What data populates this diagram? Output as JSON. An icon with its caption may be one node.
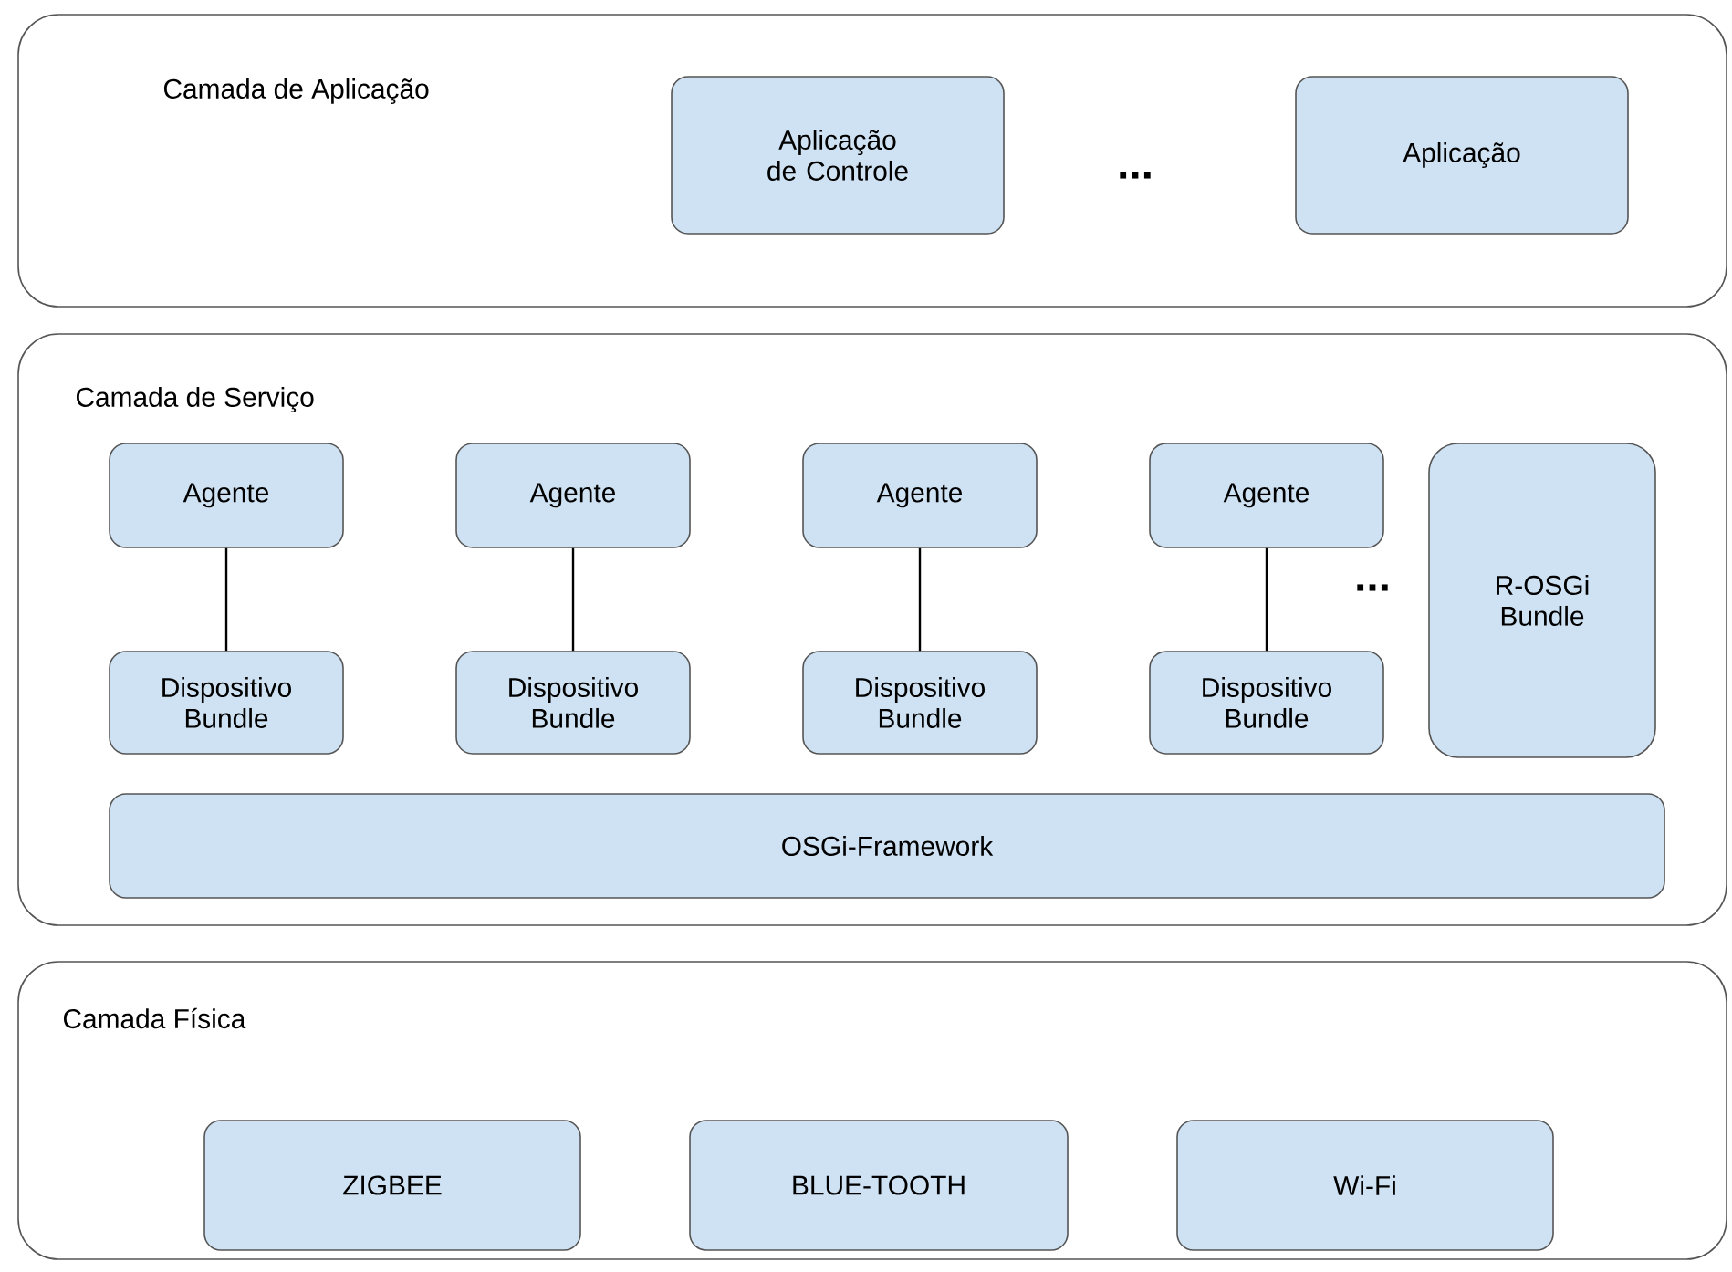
{
  "diagram": {
    "nodes": [
      {
        "text": [
          "Camada de Aplicação"
        ]
      },
      {
        "text": [
          "Aplicação de Controle"
        ],
        "in": 0
      },
      {
        "text": [
          "Aplicação"
        ],
        "in": 0
      },
      {
        "text": [
          "Camada de Serviço"
        ]
      },
      {
        "text": [
          "Agente"
        ],
        "in": 3
      },
      {
        "text": [
          "Dispositivo Bundle"
        ],
        "in": 3
      },
      {
        "text": [
          "Agente"
        ],
        "in": 3
      },
      {
        "text": [
          "Dispositivo Bundle"
        ],
        "in": 3
      },
      {
        "text": [
          "Agente"
        ],
        "in": 3
      },
      {
        "text": [
          "Dispositivo Bundle"
        ],
        "in": 3
      },
      {
        "text": [
          "Agente"
        ],
        "in": 3
      },
      {
        "text": [
          "Dispositivo Bundle"
        ],
        "in": 3
      },
      {
        "text": [
          "R-OSGi Bundle"
        ],
        "in": 3
      },
      {
        "text": [
          "OSGi-Framework"
        ],
        "in": 3
      },
      {
        "text": [
          "Camada Física"
        ]
      },
      {
        "text": [
          "ZIGBEE"
        ],
        "in": 14
      },
      {
        "text": [
          "BLUE-TOOTH"
        ],
        "in": 14
      },
      {
        "text": [
          "Wi-Fi"
        ],
        "in": 14
      }
    ],
    "edges": [
      {
        "from": 4,
        "to": 5,
        "arrow": "none"
      },
      {
        "from": 6,
        "to": 7,
        "arrow": "none"
      },
      {
        "from": 8,
        "to": 9,
        "arrow": "none"
      },
      {
        "from": 10,
        "to": 11,
        "arrow": "none"
      }
    ],
    "labels": [
      "...",
      "..."
    ]
  }
}
